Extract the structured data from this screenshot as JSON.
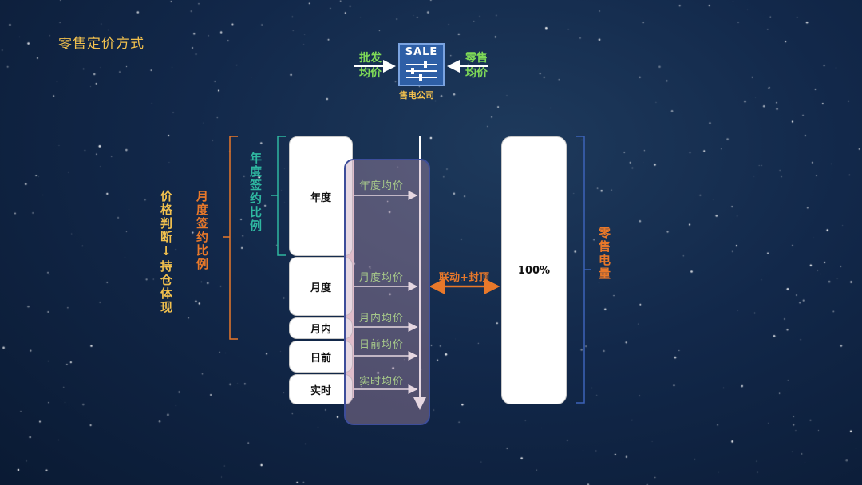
{
  "title": "零售定价方式",
  "top": {
    "left_label": [
      "批发",
      "均价"
    ],
    "right_label": [
      "零售",
      "均价"
    ],
    "sale_text": "SALE",
    "company": "售电公司"
  },
  "side": {
    "outer": "价格判断↓持仓体现",
    "monthly_ratio": "月度签约比例",
    "annual_ratio": "年度签约比例",
    "retail_volume": "零售电量"
  },
  "boxes": [
    {
      "label": "年度"
    },
    {
      "label": "月度"
    },
    {
      "label": "月内"
    },
    {
      "label": "日前"
    },
    {
      "label": "实时"
    }
  ],
  "prices": [
    "年度均价",
    "月度均价",
    "月内均价",
    "日前均价",
    "实时均价"
  ],
  "link_label": "联动+封顶",
  "full_label": "100%",
  "colors": {
    "orange": "#e8782a",
    "teal": "#2fb7a0",
    "yellow": "#f2c14e",
    "green": "#7ed957",
    "blue": "#3c63b8"
  }
}
